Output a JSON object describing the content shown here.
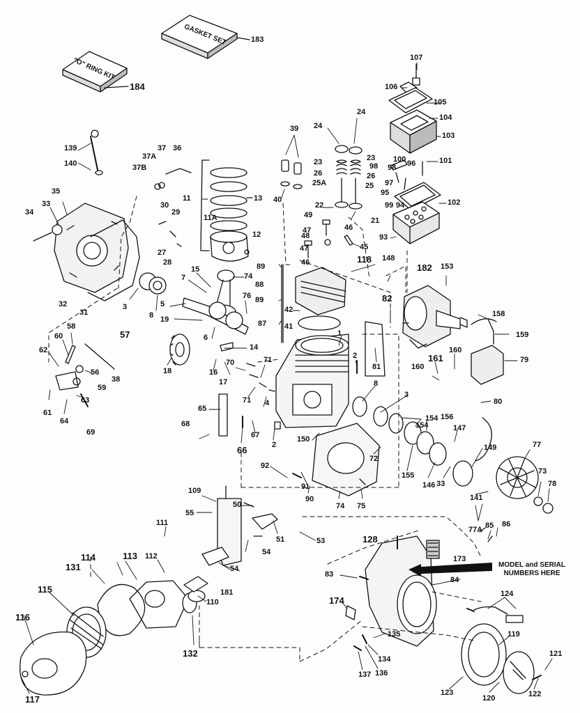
{
  "kits": {
    "gasket_set_text": "GASKET SET",
    "o_ring_kit_text": "\"O\" RING KIT"
  },
  "note": {
    "model_serial": "MODEL and SERIAL NUMBERS HERE"
  },
  "part_labels": [
    {
      "id": "p183",
      "text": "183"
    },
    {
      "id": "p184",
      "text": "184"
    },
    {
      "id": "p107",
      "text": "107"
    },
    {
      "id": "p106",
      "text": "106"
    },
    {
      "id": "p105",
      "text": "105"
    },
    {
      "id": "p104",
      "text": "104"
    },
    {
      "id": "p103",
      "text": "103"
    },
    {
      "id": "p101",
      "text": "101"
    },
    {
      "id": "p102",
      "text": "102"
    },
    {
      "id": "p100",
      "text": "100"
    },
    {
      "id": "p98a",
      "text": "98"
    },
    {
      "id": "p98b",
      "text": "98"
    },
    {
      "id": "p97",
      "text": "97"
    },
    {
      "id": "p96",
      "text": "96"
    },
    {
      "id": "p99",
      "text": "99"
    },
    {
      "id": "p95",
      "text": "95"
    },
    {
      "id": "p94",
      "text": "94"
    },
    {
      "id": "p93",
      "text": "93"
    },
    {
      "id": "p139",
      "text": "139"
    },
    {
      "id": "p140",
      "text": "140"
    },
    {
      "id": "p37a",
      "text": "37A"
    },
    {
      "id": "p37",
      "text": "37"
    },
    {
      "id": "p36",
      "text": "36"
    },
    {
      "id": "p37b",
      "text": "37B"
    },
    {
      "id": "p11",
      "text": "11"
    },
    {
      "id": "p13",
      "text": "13"
    },
    {
      "id": "p11a",
      "text": "11A"
    },
    {
      "id": "p12",
      "text": "12"
    },
    {
      "id": "p39",
      "text": "39"
    },
    {
      "id": "p40",
      "text": "40"
    },
    {
      "id": "p24a",
      "text": "24"
    },
    {
      "id": "p24b",
      "text": "24"
    },
    {
      "id": "p23a",
      "text": "23"
    },
    {
      "id": "p23b",
      "text": "23"
    },
    {
      "id": "p26a",
      "text": "26"
    },
    {
      "id": "p26b",
      "text": "26"
    },
    {
      "id": "p25a",
      "text": "25A"
    },
    {
      "id": "p25",
      "text": "25"
    },
    {
      "id": "p22",
      "text": "22"
    },
    {
      "id": "p21",
      "text": "21"
    },
    {
      "id": "p49",
      "text": "49"
    },
    {
      "id": "p47a",
      "text": "47"
    },
    {
      "id": "p46a",
      "text": "46"
    },
    {
      "id": "p45",
      "text": "45"
    },
    {
      "id": "p48",
      "text": "48"
    },
    {
      "id": "p47b",
      "text": "47"
    },
    {
      "id": "p46b",
      "text": "46"
    },
    {
      "id": "p118",
      "text": "118"
    },
    {
      "id": "p148",
      "text": "148"
    },
    {
      "id": "p182",
      "text": "182"
    },
    {
      "id": "p153",
      "text": "153"
    },
    {
      "id": "p35",
      "text": "35"
    },
    {
      "id": "p33a",
      "text": "33"
    },
    {
      "id": "p34",
      "text": "34"
    },
    {
      "id": "p30",
      "text": "30"
    },
    {
      "id": "p29",
      "text": "29"
    },
    {
      "id": "p27",
      "text": "27"
    },
    {
      "id": "p28",
      "text": "28"
    },
    {
      "id": "p89a",
      "text": "89"
    },
    {
      "id": "p88",
      "text": "88"
    },
    {
      "id": "p89b",
      "text": "89"
    },
    {
      "id": "p42",
      "text": "42"
    },
    {
      "id": "p87",
      "text": "87"
    },
    {
      "id": "p41",
      "text": "41"
    },
    {
      "id": "p82",
      "text": "82"
    },
    {
      "id": "p158",
      "text": "158"
    },
    {
      "id": "p159",
      "text": "159"
    },
    {
      "id": "p15",
      "text": "15"
    },
    {
      "id": "p7",
      "text": "7"
    },
    {
      "id": "p74a",
      "text": "74"
    },
    {
      "id": "p76",
      "text": "76"
    },
    {
      "id": "p5",
      "text": "5"
    },
    {
      "id": "p3a",
      "text": "3"
    },
    {
      "id": "p8a",
      "text": "8"
    },
    {
      "id": "p32",
      "text": "32"
    },
    {
      "id": "p31",
      "text": "31"
    },
    {
      "id": "p19",
      "text": "19"
    },
    {
      "id": "p6",
      "text": "6"
    },
    {
      "id": "p14",
      "text": "14"
    },
    {
      "id": "p58",
      "text": "58"
    },
    {
      "id": "p57",
      "text": "57"
    },
    {
      "id": "p60",
      "text": "60"
    },
    {
      "id": "p62",
      "text": "62"
    },
    {
      "id": "p56",
      "text": "56"
    },
    {
      "id": "p38",
      "text": "38"
    },
    {
      "id": "p59",
      "text": "59"
    },
    {
      "id": "p63",
      "text": "63"
    },
    {
      "id": "p61",
      "text": "61"
    },
    {
      "id": "p64",
      "text": "64"
    },
    {
      "id": "p69",
      "text": "69"
    },
    {
      "id": "p18",
      "text": "18"
    },
    {
      "id": "p16",
      "text": "16"
    },
    {
      "id": "p17",
      "text": "17"
    },
    {
      "id": "p70",
      "text": "70"
    },
    {
      "id": "p71a",
      "text": "71"
    },
    {
      "id": "p71b",
      "text": "71"
    },
    {
      "id": "p4",
      "text": "4"
    },
    {
      "id": "p1",
      "text": "1"
    },
    {
      "id": "p2a",
      "text": "2"
    },
    {
      "id": "p81",
      "text": "81"
    },
    {
      "id": "p160a",
      "text": "160"
    },
    {
      "id": "p161",
      "text": "161"
    },
    {
      "id": "p160b",
      "text": "160"
    },
    {
      "id": "p79",
      "text": "79"
    },
    {
      "id": "p80",
      "text": "80"
    },
    {
      "id": "p8b",
      "text": "8"
    },
    {
      "id": "p3b",
      "text": "3"
    },
    {
      "id": "p154a",
      "text": "154"
    },
    {
      "id": "p154b",
      "text": "154"
    },
    {
      "id": "p156",
      "text": "156"
    },
    {
      "id": "p147",
      "text": "147"
    },
    {
      "id": "p149",
      "text": "149"
    },
    {
      "id": "p77",
      "text": "77"
    },
    {
      "id": "p65",
      "text": "65"
    },
    {
      "id": "p68",
      "text": "68"
    },
    {
      "id": "p66",
      "text": "66"
    },
    {
      "id": "p67",
      "text": "67"
    },
    {
      "id": "p2b",
      "text": "2"
    },
    {
      "id": "p150",
      "text": "150"
    },
    {
      "id": "p72",
      "text": "72"
    },
    {
      "id": "p155",
      "text": "155"
    },
    {
      "id": "p146",
      "text": "146"
    },
    {
      "id": "p33b",
      "text": "33"
    },
    {
      "id": "p141",
      "text": "141"
    },
    {
      "id": "p73",
      "text": "73"
    },
    {
      "id": "p78",
      "text": "78"
    },
    {
      "id": "p92",
      "text": "92"
    },
    {
      "id": "p91",
      "text": "91"
    },
    {
      "id": "p90",
      "text": "90"
    },
    {
      "id": "p74b",
      "text": "74"
    },
    {
      "id": "p75",
      "text": "75"
    },
    {
      "id": "p109",
      "text": "109"
    },
    {
      "id": "p50",
      "text": "50"
    },
    {
      "id": "p55",
      "text": "55"
    },
    {
      "id": "p77a",
      "text": "77A"
    },
    {
      "id": "p85",
      "text": "85"
    },
    {
      "id": "p86",
      "text": "86"
    },
    {
      "id": "p111",
      "text": "111"
    },
    {
      "id": "p51",
      "text": "51"
    },
    {
      "id": "p53",
      "text": "53"
    },
    {
      "id": "p128",
      "text": "128"
    },
    {
      "id": "p54a",
      "text": "54"
    },
    {
      "id": "p173",
      "text": "173"
    },
    {
      "id": "p114",
      "text": "114"
    },
    {
      "id": "p113",
      "text": "113"
    },
    {
      "id": "p112",
      "text": "112"
    },
    {
      "id": "p54b",
      "text": "54"
    },
    {
      "id": "p131",
      "text": "131"
    },
    {
      "id": "p181",
      "text": "181"
    },
    {
      "id": "p83",
      "text": "83"
    },
    {
      "id": "p84",
      "text": "84"
    },
    {
      "id": "p115",
      "text": "115"
    },
    {
      "id": "p110",
      "text": "110"
    },
    {
      "id": "p174",
      "text": "174"
    },
    {
      "id": "p124",
      "text": "124"
    },
    {
      "id": "p116",
      "text": "116"
    },
    {
      "id": "p132",
      "text": "132"
    },
    {
      "id": "p135",
      "text": "135"
    },
    {
      "id": "p119",
      "text": "119"
    },
    {
      "id": "p134",
      "text": "134"
    },
    {
      "id": "p121",
      "text": "121"
    },
    {
      "id": "p137",
      "text": "137"
    },
    {
      "id": "p136",
      "text": "136"
    },
    {
      "id": "p117",
      "text": "117"
    },
    {
      "id": "p123",
      "text": "123"
    },
    {
      "id": "p120",
      "text": "120"
    },
    {
      "id": "p122",
      "text": "122"
    }
  ]
}
